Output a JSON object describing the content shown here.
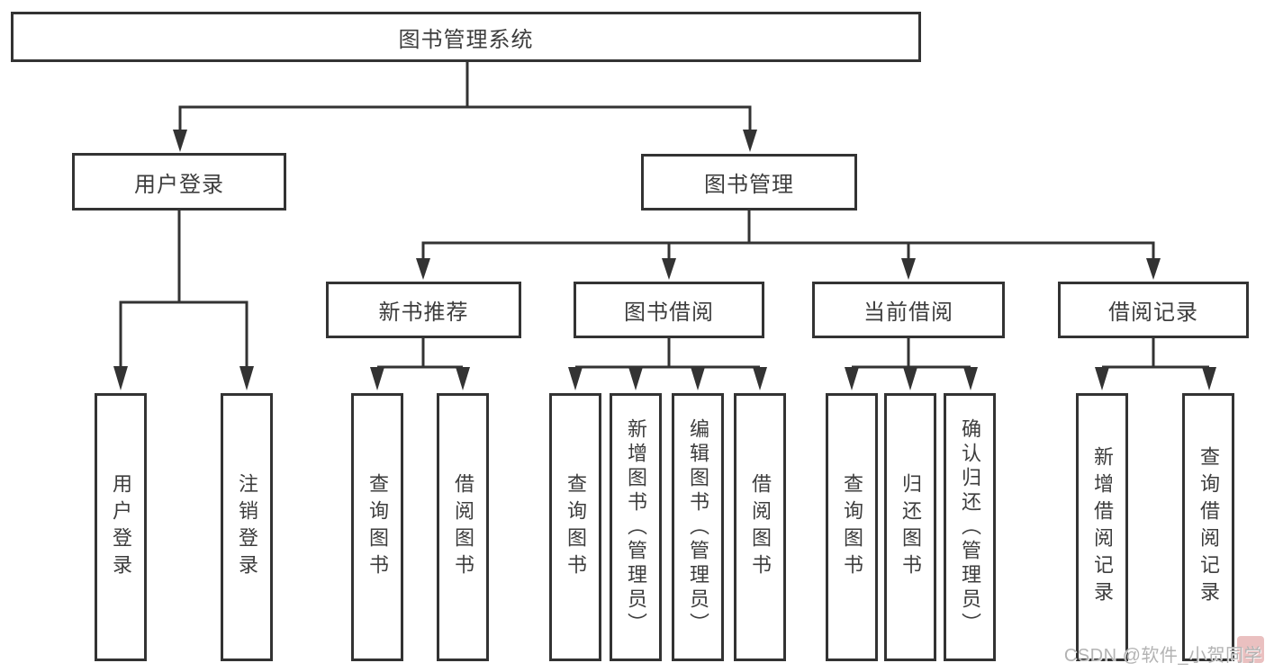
{
  "diagram": {
    "type": "hierarchy",
    "root": "图书管理系统",
    "l1": [
      "用户登录",
      "图书管理"
    ],
    "l2": [
      "新书推荐",
      "图书借阅",
      "当前借阅",
      "借阅记录"
    ],
    "leaves": [
      "用户登录",
      "注销登录",
      "查询图书",
      "借阅图书",
      "查询图书",
      "新增图书（管理员）",
      "编辑图书（管理员）",
      "借阅图书",
      "查询图书",
      "归还图书",
      "确认归还（管理员）",
      "新增借阅记录",
      "查询借阅记录"
    ],
    "structure": {
      "图书管理系统": {
        "用户登录": [
          "用户登录",
          "注销登录"
        ],
        "图书管理": {
          "新书推荐": [
            "查询图书",
            "借阅图书"
          ],
          "图书借阅": [
            "查询图书",
            "新增图书（管理员）",
            "编辑图书（管理员）",
            "借阅图书"
          ],
          "当前借阅": [
            "查询图书",
            "归还图书",
            "确认归还（管理员）"
          ],
          "借阅记录": [
            "新增借阅记录",
            "查询借阅记录"
          ]
        }
      }
    }
  },
  "watermark": {
    "text": "CSDN @软件_小贺同学"
  },
  "colors": {
    "line": "#333333",
    "box_border": "#333333",
    "text": "#3d3d3d",
    "background": "#ffffff",
    "watermark": "#b3b3b3",
    "watermark_accent": "#d98c8c"
  }
}
